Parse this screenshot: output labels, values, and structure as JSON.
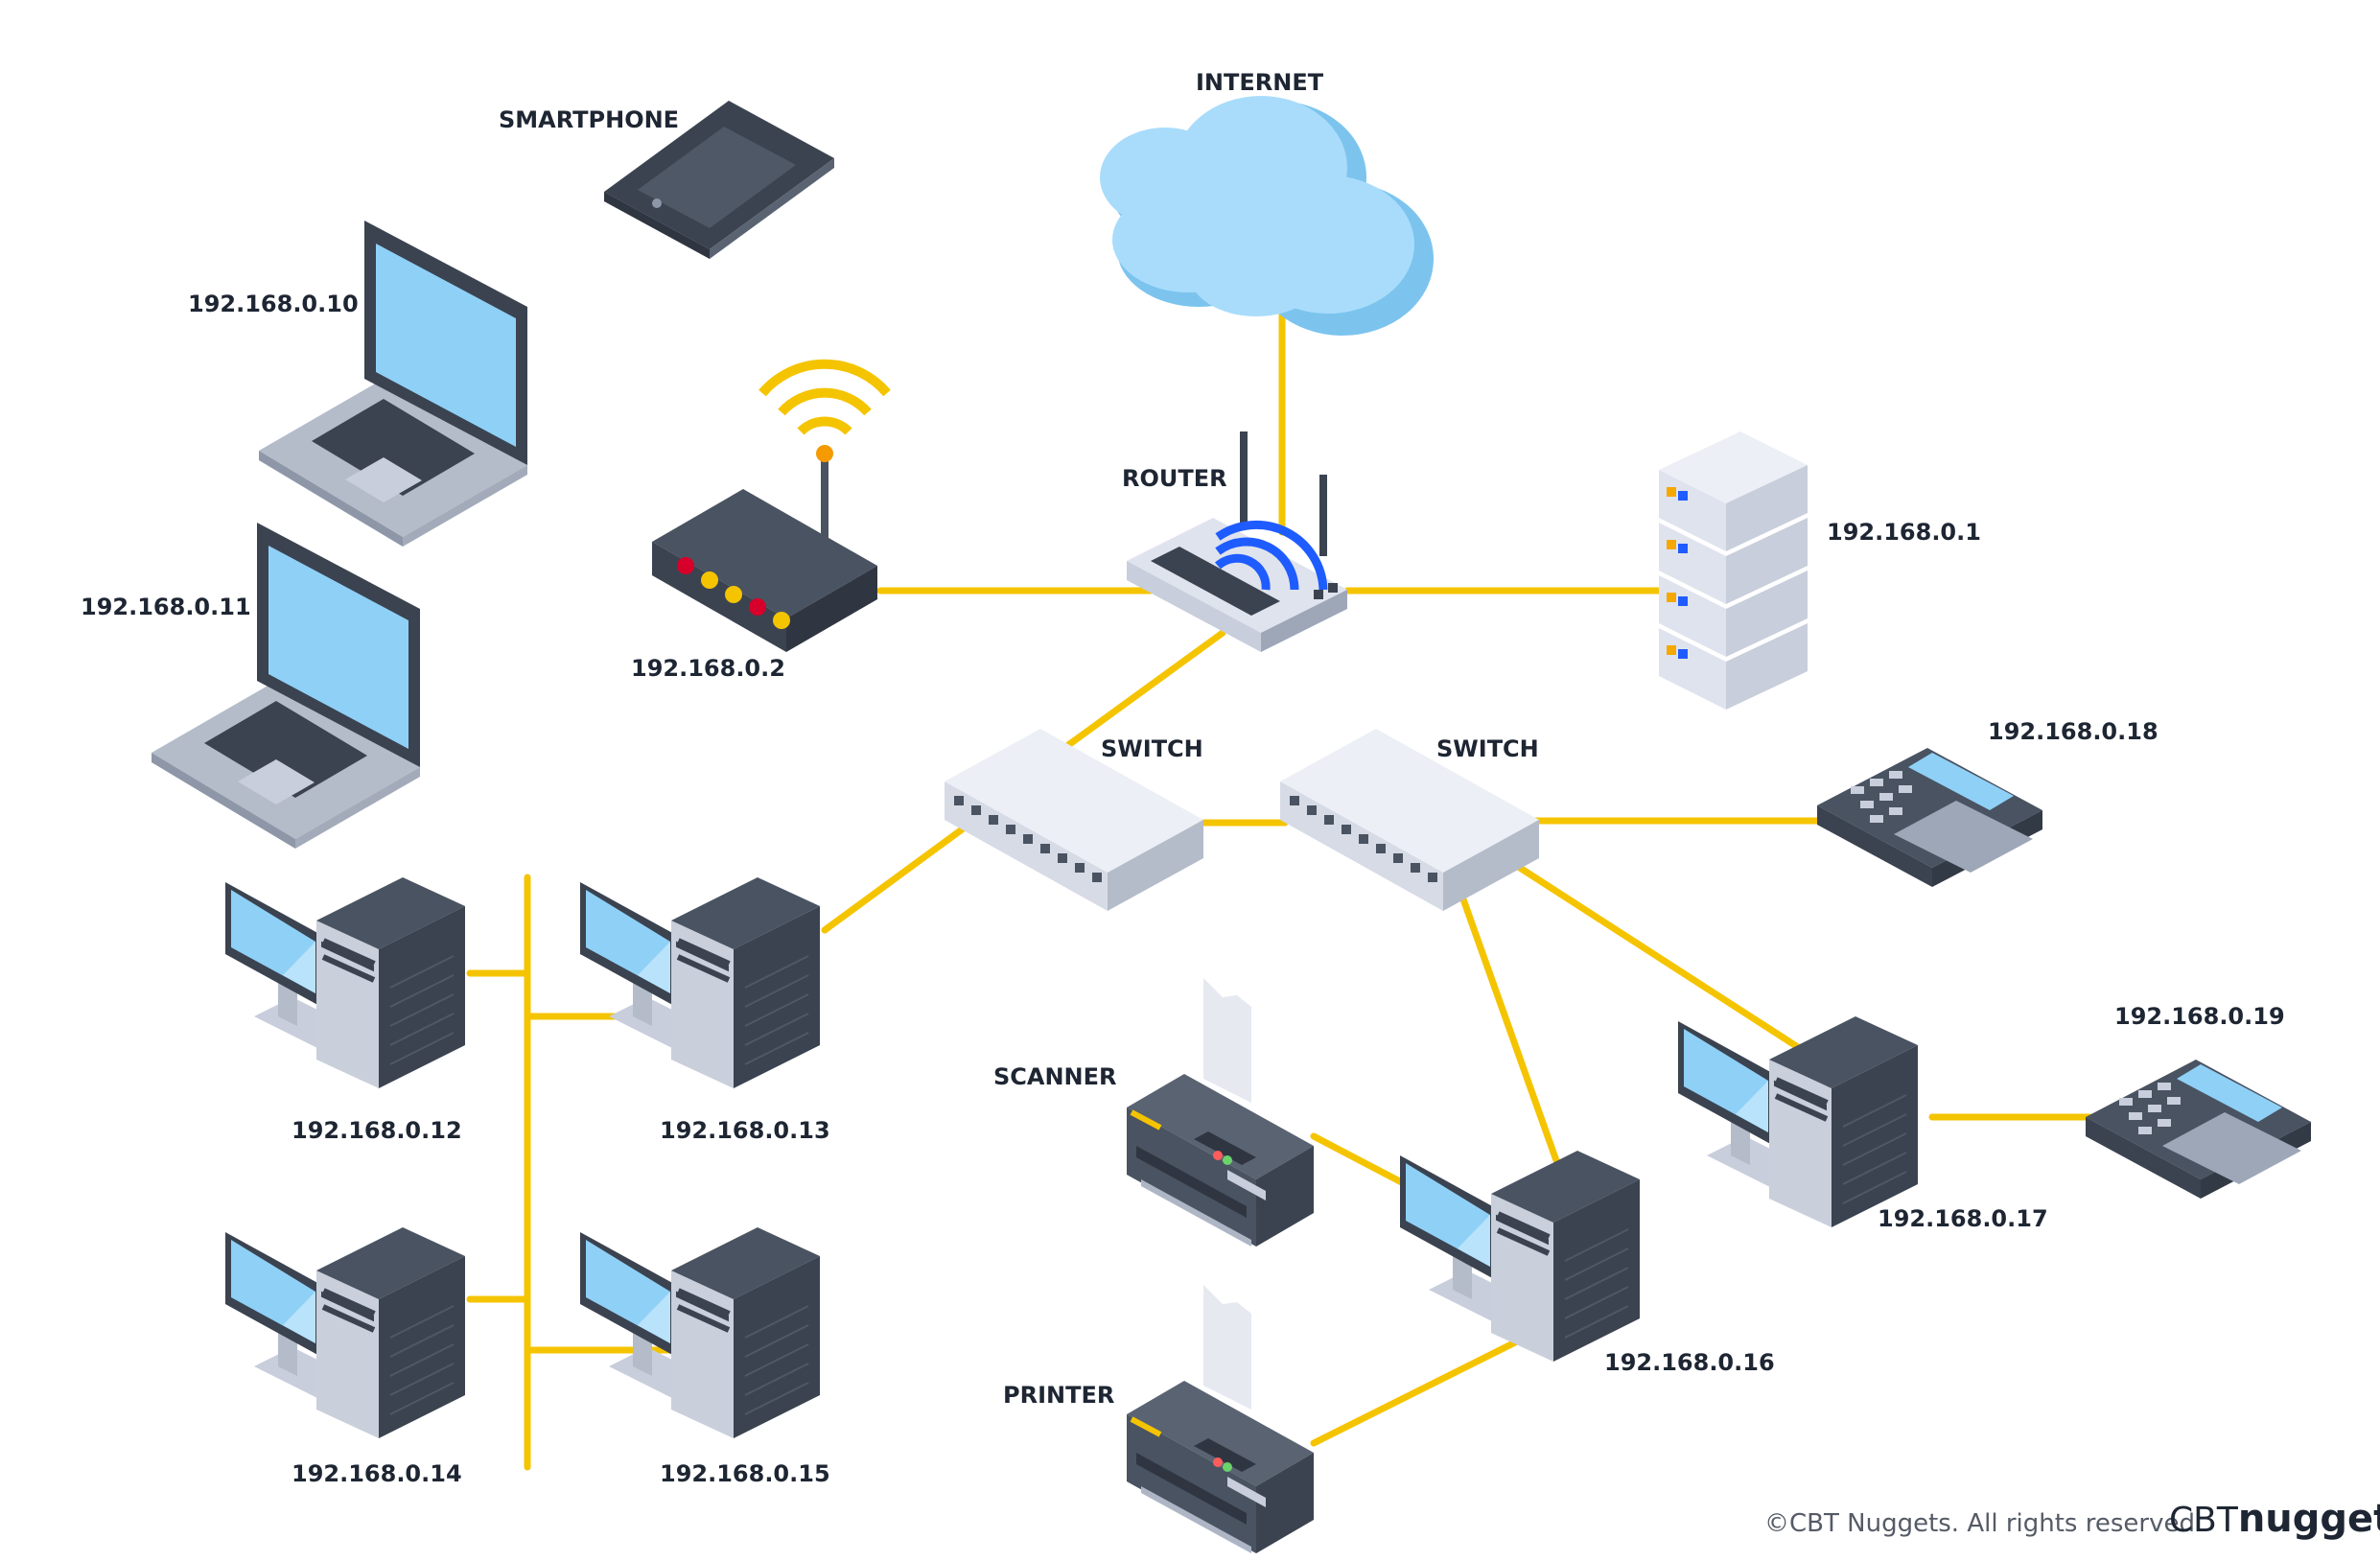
{
  "colors": {
    "link": "#f5c400",
    "cloud": "#a9dcfb",
    "cloud_shade": "#7cc4ee",
    "dark": "#3b4350",
    "light_device": "#dfe3ee",
    "screen": "#8fd0f7"
  },
  "labels": {
    "internet": "INTERNET",
    "smartphone": "SMARTPHONE",
    "router": "ROUTER",
    "switch_left": "SWITCH",
    "switch_right": "SWITCH",
    "scanner": "SCANNER",
    "printer": "PRINTER",
    "ip_laptop_1": "192.168.0.10",
    "ip_laptop_2": "192.168.0.11",
    "ip_access_point": "192.168.0.2",
    "ip_server": "192.168.0.1",
    "ip_phone_1": "192.168.0.18",
    "ip_phone_2": "192.168.0.19",
    "ip_pc_12": "192.168.0.12",
    "ip_pc_13": "192.168.0.13",
    "ip_pc_14": "192.168.0.14",
    "ip_pc_15": "192.168.0.15",
    "ip_pc_16": "192.168.0.16",
    "ip_pc_17": "192.168.0.17"
  },
  "footer": {
    "copyright": "©CBT Nuggets. All rights reserved.",
    "brand_prefix": "CBT",
    "brand_name": "nuggets"
  }
}
